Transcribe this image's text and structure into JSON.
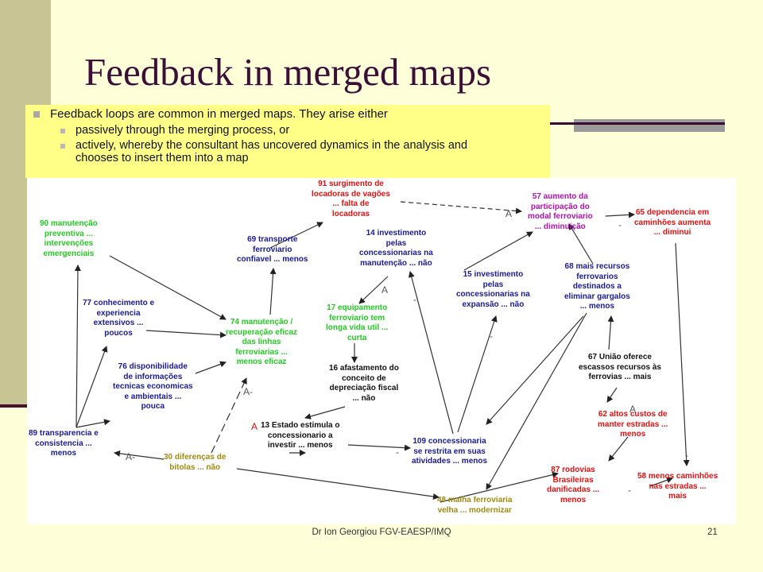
{
  "title": "Feedback in merged maps",
  "bullets": {
    "main": "Feedback loops are common in merged maps. They arise either",
    "sub": [
      "passively through the merging process, or",
      "actively, whereby the consultant has uncovered dynamics in the analysis and",
      "chooses to insert them into a map"
    ]
  },
  "nodes": {
    "n90": [
      "90 manutenção",
      "preventiva ...",
      "intervenções",
      "emergenciais"
    ],
    "n77": [
      "77 conhecimento e",
      "experiencia",
      "extensivos ...",
      "poucos"
    ],
    "n76": [
      "76 disponibilidade",
      "de informações",
      "tecnicas economicas",
      "e ambientais ...",
      "pouca"
    ],
    "n89": [
      "89 transparencia e",
      "consistencia ...",
      "menos"
    ],
    "n74": [
      "74 manutenção /",
      "recuperação eficaz",
      "das linhas",
      "ferroviarias ...",
      "menos eficaz"
    ],
    "n69": [
      "69 transporte",
      "ferroviario",
      "confiavel ... menos"
    ],
    "n91": [
      "91 surgimento de",
      "locadoras de vagões",
      "... falta de",
      "locadoras"
    ],
    "n14": [
      "14 investimento",
      "pelas",
      "concessionarias na",
      "manutenção ... não"
    ],
    "n17": [
      "17 equipamento",
      "ferroviario tem",
      "longa vida util ...",
      "curta"
    ],
    "n16": [
      "16 afastamento do",
      "conceito de",
      "depreciação fiscal",
      "... não"
    ],
    "n13": [
      "13 Estado estimula o",
      "concessionario a",
      "investir ... menos"
    ],
    "n30": [
      "30 diferenças de",
      "bitolas ... não"
    ],
    "n109": [
      "109 concessionaria",
      "se restrita em suas",
      "atividades ... menos"
    ],
    "n48": [
      "48 malha ferroviaria",
      "velha ... modernizar"
    ],
    "n15": [
      "15 investimento",
      "pelas",
      "concessionarias na",
      "expansão ... não"
    ],
    "n57": [
      "57 aumento da",
      "participação do",
      "modal ferroviario",
      "... diminuição"
    ],
    "n65": [
      "65 dependencia em",
      "caminhões aumenta",
      "... diminui"
    ],
    "n68": [
      "68 mais recursos",
      "ferrovarios",
      "destinados a",
      "eliminar gargalos",
      "... menos"
    ],
    "n67": [
      "67 União oferece",
      "escassos recursos às",
      "ferrovias ... mais"
    ],
    "n62": [
      "62 altos custos de",
      "manter estradas ...",
      "menos"
    ],
    "n87": [
      "87 rodovias",
      "Brasileiras",
      "danificadas ...",
      "menos"
    ],
    "n58": [
      "58 menos caminhões",
      "nas estradas ...",
      "mais"
    ]
  },
  "signs": {
    "a1": "A",
    "a2": "A",
    "a3": "A-",
    "a4": "A-",
    "a5": "A",
    "a6": "A",
    "m1": "-",
    "m2": "-",
    "m3": "-",
    "m4": "-",
    "m5": "-",
    "m6": "-"
  },
  "footer": "Dr Ion Georgiou FGV-EAESP/IMQ",
  "page_number": "21",
  "colors": {
    "background": "#fefed8",
    "title": "#3c0f38",
    "bullet_box": "#ffff88",
    "green": "#22cc22",
    "blue": "#1a1a9a",
    "red": "#e81010",
    "olive": "#a08a10",
    "purple": "#b410b4"
  }
}
